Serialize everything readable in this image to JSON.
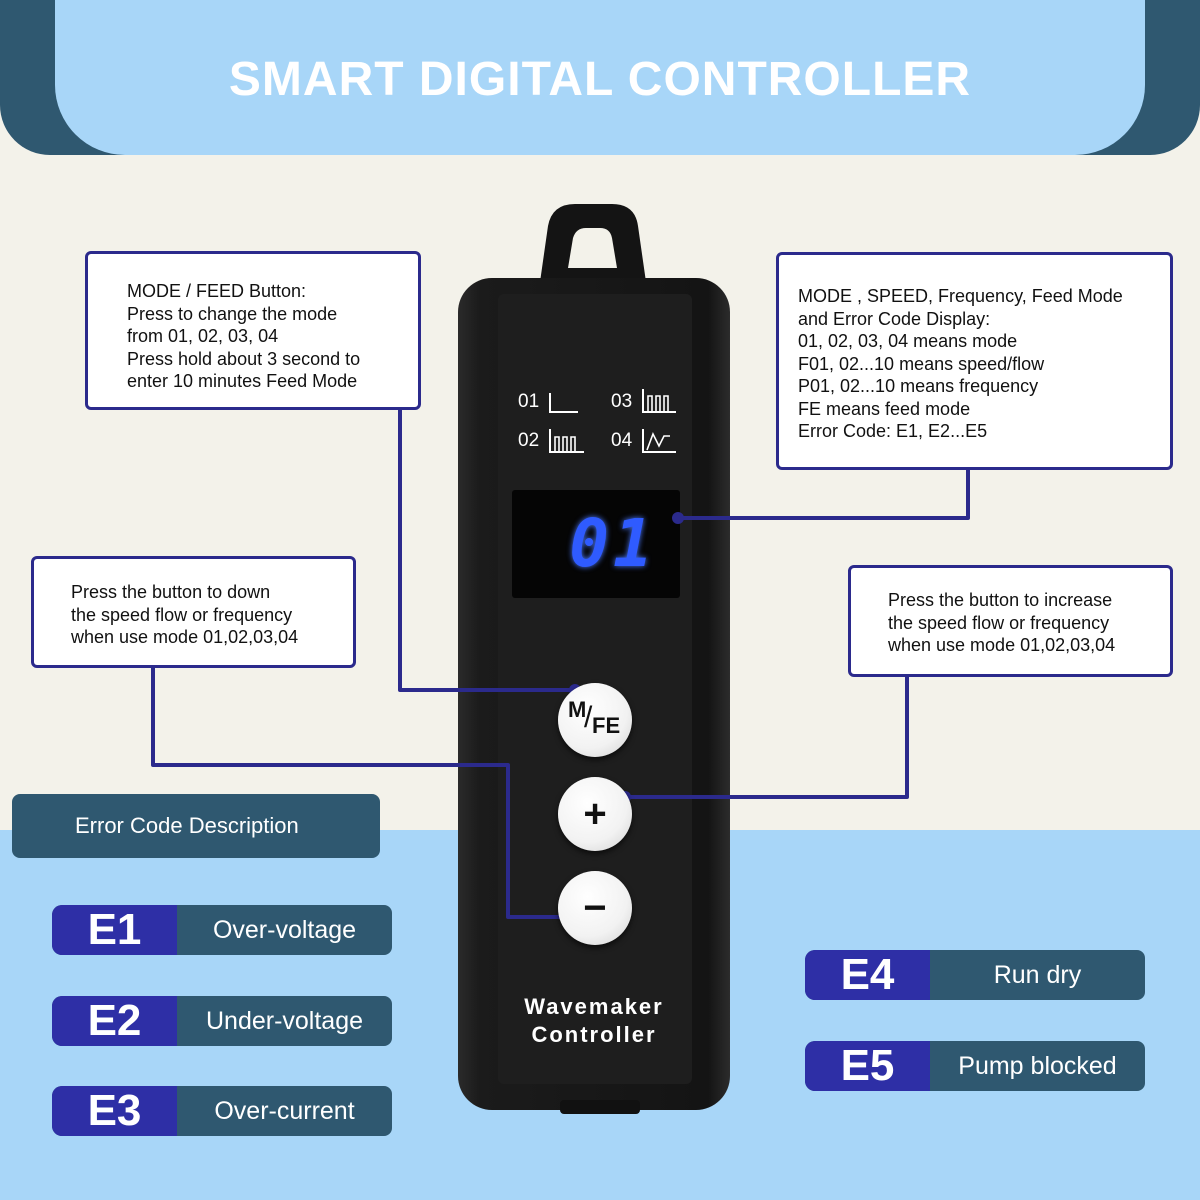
{
  "header": {
    "title": "SMART DIGITAL CONTROLLER"
  },
  "callouts": {
    "mode_feed": [
      "MODE / FEED Button:",
      "Press to change the mode",
      "from 01, 02, 03, 04",
      "Press hold about 3 second to",
      "enter 10 minutes Feed Mode"
    ],
    "display": [
      "MODE , SPEED, Frequency, Feed Mode",
      "and Error Code Display:",
      "01, 02, 03, 04 means mode",
      "F01, 02...10 means speed/flow",
      "P01, 02...10 means frequency",
      "FE means feed mode",
      "Error Code: E1, E2...E5"
    ],
    "down": [
      "Press the button to down",
      "the speed flow or frequency",
      "when use mode 01,02,03,04"
    ],
    "up": [
      "Press the button to increase",
      "the speed flow or frequency",
      "when use mode 01,02,03,04"
    ]
  },
  "device": {
    "modes": [
      "01",
      "02",
      "03",
      "04"
    ],
    "display_value": "01",
    "btn_mode_m": "M",
    "btn_mode_fe": "FE",
    "btn_plus": "+",
    "btn_minus": "−",
    "label_line1": "Wavemaker",
    "label_line2": "Controller"
  },
  "errors": {
    "title": "Error Code Description",
    "items": [
      {
        "code": "E1",
        "desc": "Over-voltage"
      },
      {
        "code": "E2",
        "desc": "Under-voltage"
      },
      {
        "code": "E3",
        "desc": "Over-current"
      },
      {
        "code": "E4",
        "desc": "Run dry"
      },
      {
        "code": "E5",
        "desc": "Pump blocked"
      }
    ]
  },
  "colors": {
    "navy": "#2b2a8c",
    "teal": "#2f5870",
    "sky": "#a8d6f8",
    "cream": "#f3f2ea",
    "lcd_blue": "#2f5bff"
  }
}
